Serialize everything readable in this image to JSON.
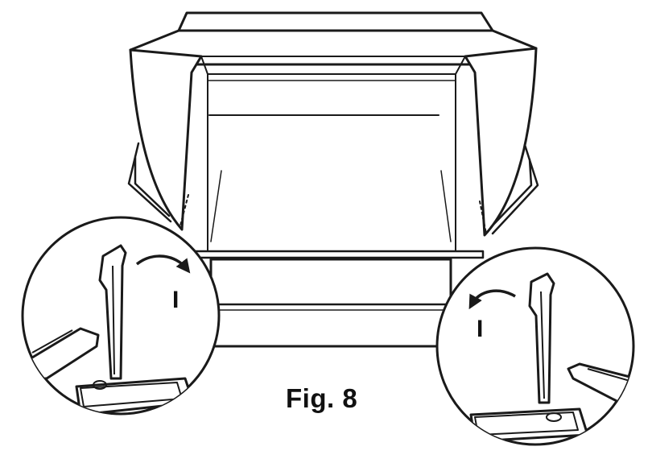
{
  "figure": {
    "caption": "Fig. 8",
    "callout_left": {
      "marker": "I",
      "arrow_direction": "clockwise"
    },
    "callout_right": {
      "marker": "I",
      "arrow_direction": "counter-clockwise"
    }
  },
  "colors": {
    "line": "#1a1a1a",
    "background": "#ffffff"
  }
}
